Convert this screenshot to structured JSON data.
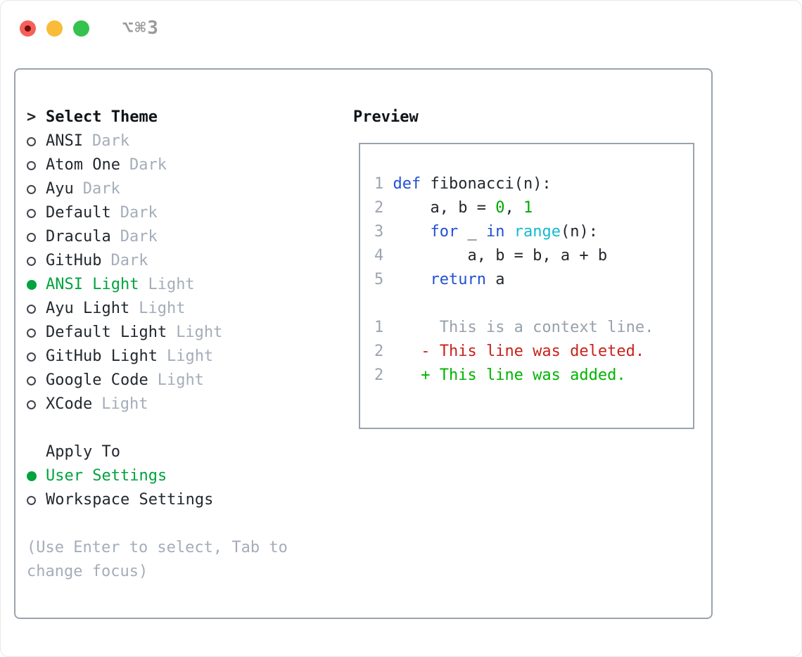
{
  "titlebar": {
    "shortcut_label": "⌥⌘3"
  },
  "theme_panel": {
    "header": {
      "prefix": ">",
      "label": "Select Theme"
    },
    "items": [
      {
        "name": "ANSI",
        "variant": "Dark",
        "selected": false
      },
      {
        "name": "Atom One",
        "variant": "Dark",
        "selected": false
      },
      {
        "name": "Ayu",
        "variant": "Dark",
        "selected": false
      },
      {
        "name": "Default",
        "variant": "Dark",
        "selected": false
      },
      {
        "name": "Dracula",
        "variant": "Dark",
        "selected": false
      },
      {
        "name": "GitHub",
        "variant": "Dark",
        "selected": false
      },
      {
        "name": "ANSI Light",
        "variant": "Light",
        "selected": true
      },
      {
        "name": "Ayu Light",
        "variant": "Light",
        "selected": false
      },
      {
        "name": "Default Light",
        "variant": "Light",
        "selected": false
      },
      {
        "name": "GitHub Light",
        "variant": "Light",
        "selected": false
      },
      {
        "name": "Google Code",
        "variant": "Light",
        "selected": false
      },
      {
        "name": "XCode",
        "variant": "Light",
        "selected": false
      }
    ]
  },
  "apply_panel": {
    "header": "Apply To",
    "items": [
      {
        "label": "User Settings",
        "selected": true
      },
      {
        "label": "Workspace Settings",
        "selected": false
      }
    ]
  },
  "help": {
    "lines": [
      "(Use Enter to select, Tab to",
      "change focus)"
    ]
  },
  "preview": {
    "label": "Preview",
    "code_lines": [
      [
        {
          "t": "1 ",
          "c": "num"
        },
        {
          "t": "def",
          "c": "kw"
        },
        {
          "t": " fibonacci(n):",
          "c": "plain"
        }
      ],
      [
        {
          "t": "2 ",
          "c": "num"
        },
        {
          "t": "    a, b = ",
          "c": "plain"
        },
        {
          "t": "0",
          "c": "numlit"
        },
        {
          "t": ", ",
          "c": "plain"
        },
        {
          "t": "1",
          "c": "numlit"
        }
      ],
      [
        {
          "t": "3 ",
          "c": "num"
        },
        {
          "t": "    ",
          "c": "plain"
        },
        {
          "t": "for",
          "c": "kw"
        },
        {
          "t": " _ ",
          "c": "plain"
        },
        {
          "t": "in",
          "c": "kw"
        },
        {
          "t": " ",
          "c": "plain"
        },
        {
          "t": "range",
          "c": "builtin"
        },
        {
          "t": "(n):",
          "c": "plain"
        }
      ],
      [
        {
          "t": "4 ",
          "c": "num"
        },
        {
          "t": "        a, b = b, a + b",
          "c": "plain"
        }
      ],
      [
        {
          "t": "5 ",
          "c": "num"
        },
        {
          "t": "    ",
          "c": "plain"
        },
        {
          "t": "return",
          "c": "kw"
        },
        {
          "t": " a",
          "c": "plain"
        }
      ],
      [],
      [
        {
          "t": "1",
          "c": "num"
        },
        {
          "t": "      This is a context line.",
          "c": "ctx"
        }
      ],
      [
        {
          "t": "2",
          "c": "num"
        },
        {
          "t": "    ",
          "c": "plain"
        },
        {
          "t": "- This line was deleted.",
          "c": "del"
        }
      ],
      [
        {
          "t": "2",
          "c": "num"
        },
        {
          "t": "    ",
          "c": "plain"
        },
        {
          "t": "+ This line was added.",
          "c": "add"
        }
      ]
    ]
  },
  "colors": {
    "text_dark": "#23282e",
    "text_gray": "#a4adb9",
    "accent_green": "#00a33e",
    "keyword_blue": "#2151d3",
    "builtin_cyan": "#16b9cf",
    "literal_green": "#00a800",
    "diff_added_green": "#00b400",
    "diff_deleted_red": "#c8231a",
    "diff_context_gray": "#98a1ab",
    "line_number_gray": "#9ba4b1",
    "panel_border": "#9aa3ae",
    "traffic_red": "#f7605a",
    "traffic_red_dot": "#70100a",
    "traffic_yellow": "#f8bc38",
    "traffic_green": "#35c24e",
    "shortcut_gray": "#9b9b9b"
  }
}
